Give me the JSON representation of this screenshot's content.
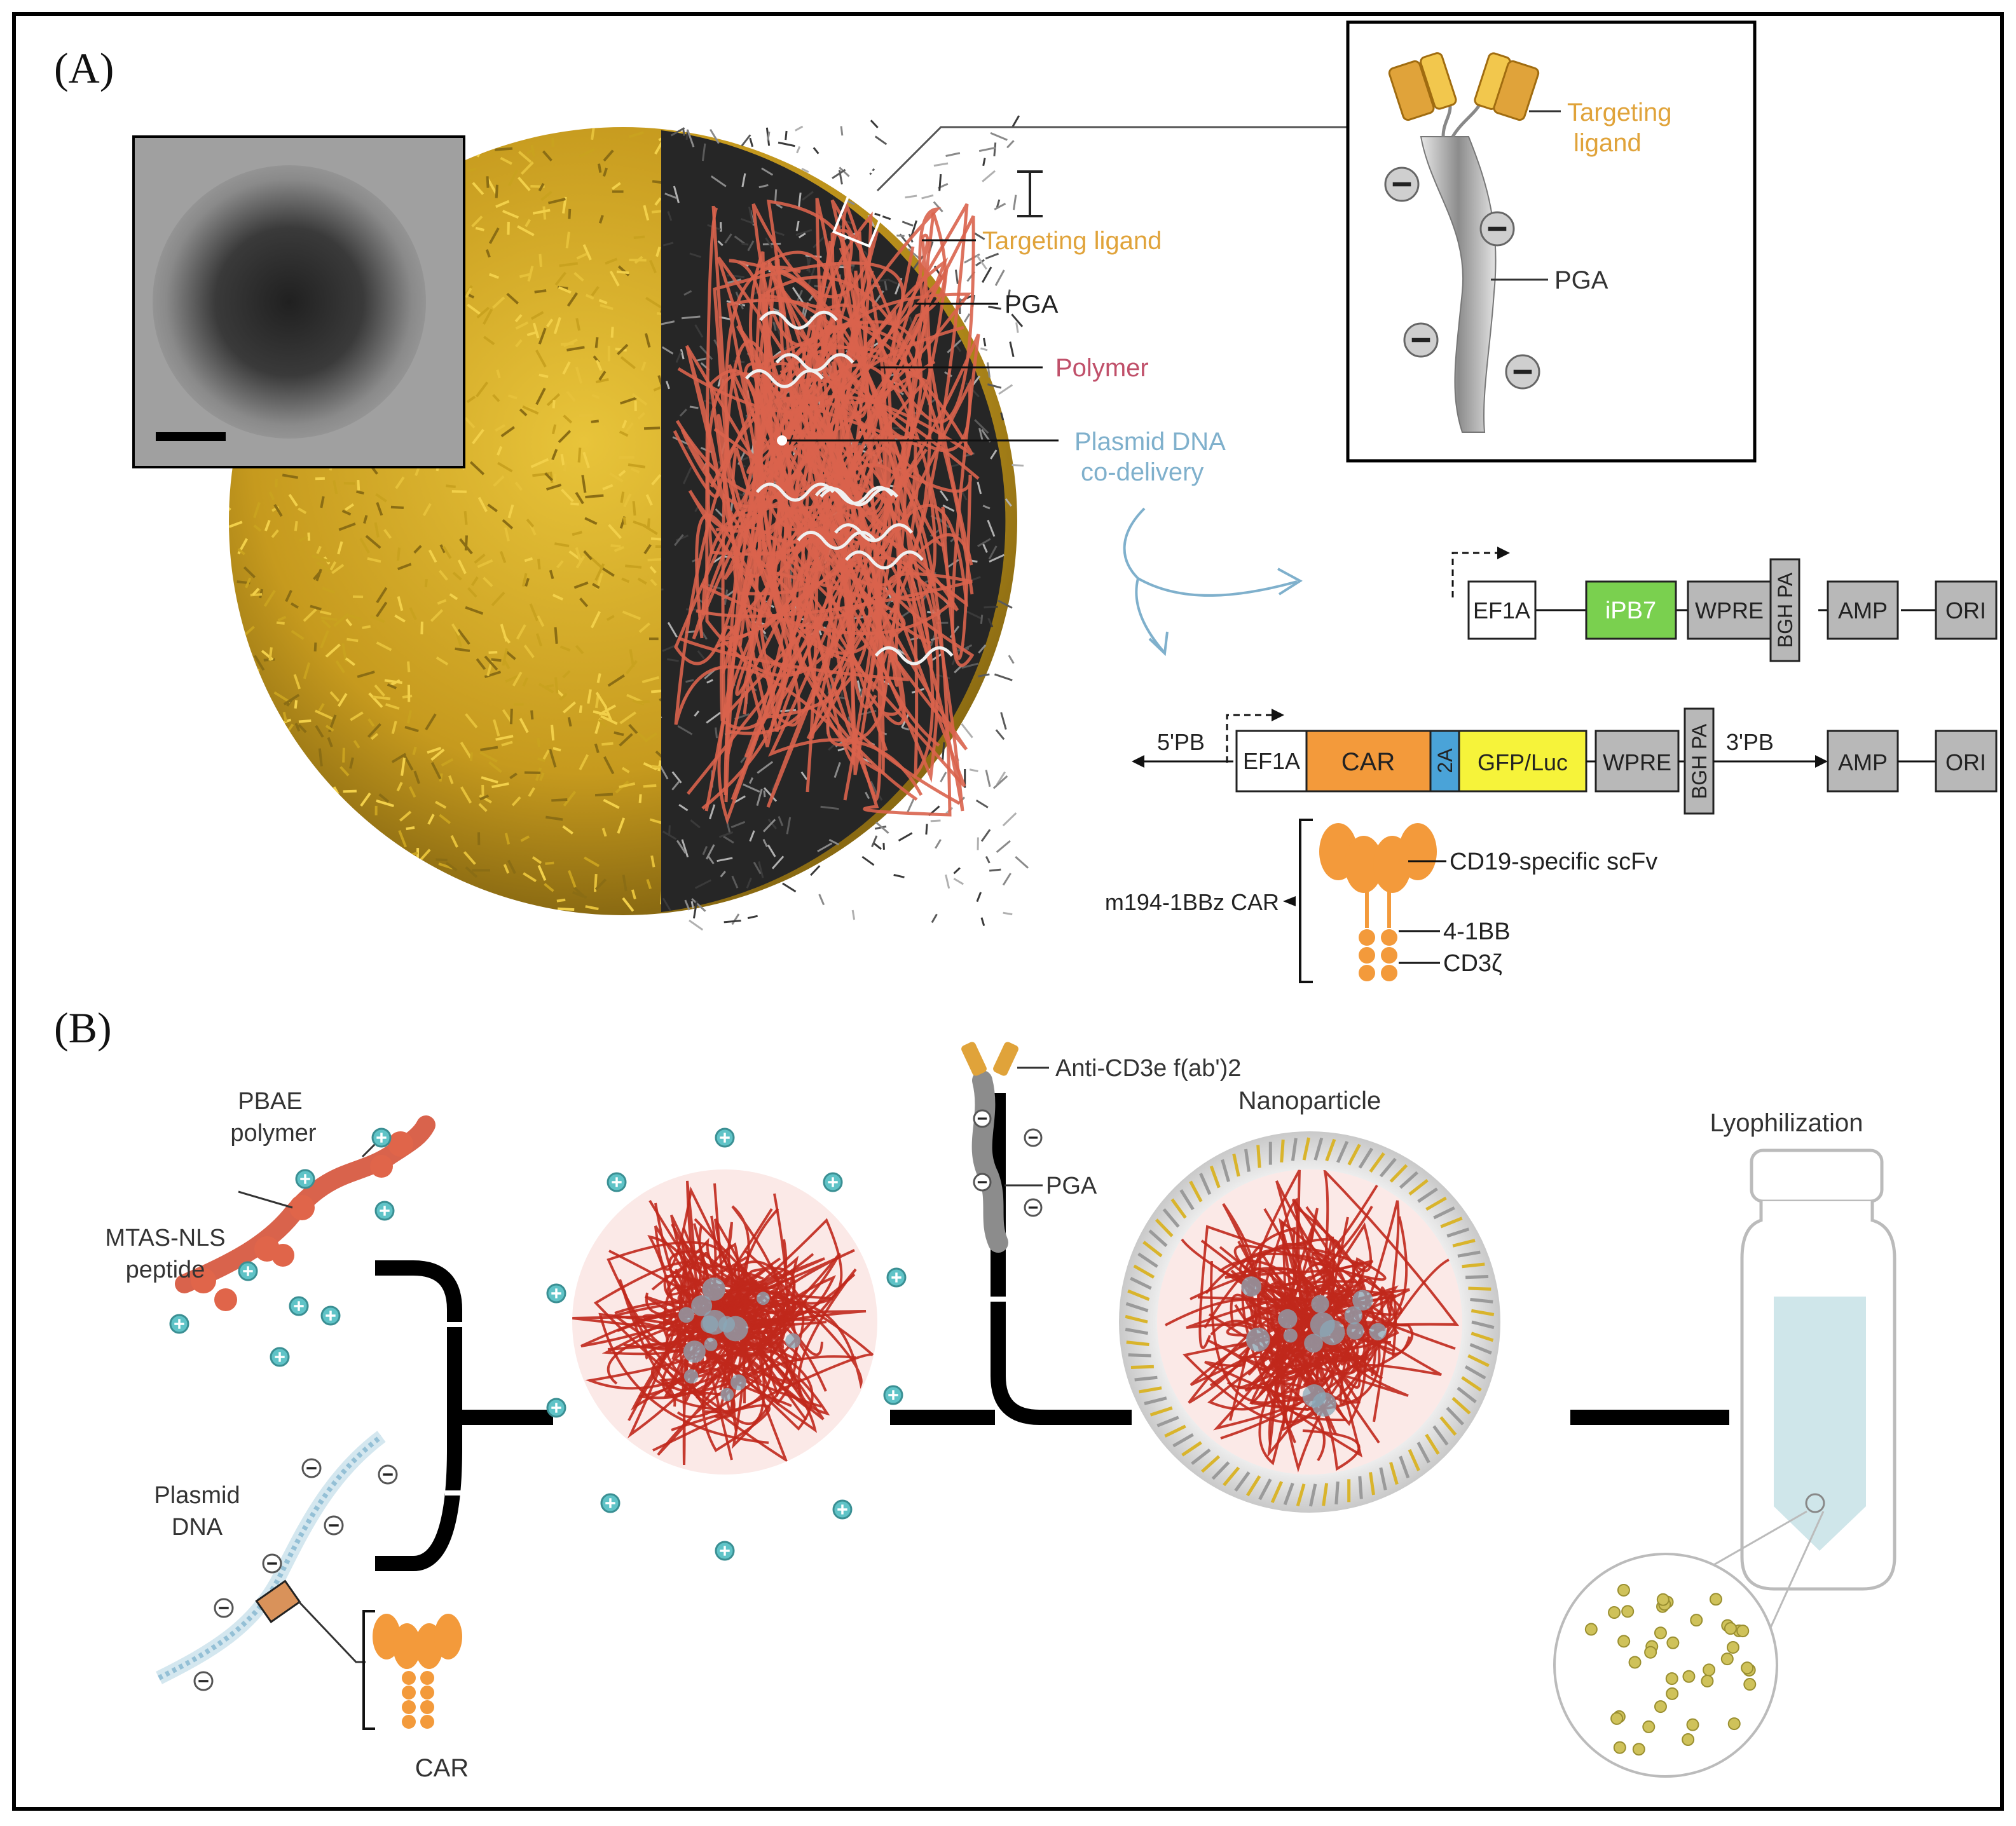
{
  "panels": {
    "a": {
      "label": "(A)",
      "callouts": {
        "targeting_ligand": "Targeting ligand",
        "pga": "PGA",
        "polymer": "Polymer",
        "plasmid_line1": "Plasmid DNA",
        "plasmid_line2": "co-delivery"
      },
      "inset": {
        "ligand_line1": "Targeting",
        "ligand_line2": "ligand",
        "pga": "PGA"
      },
      "plasmid1": {
        "elements": [
          "EF1A",
          "iPB7",
          "WPRE",
          "BGH PA",
          "AMP",
          "ORI"
        ]
      },
      "plasmid2": {
        "left_arm": "5'PB",
        "right_arm": "3'PB",
        "elements": [
          "EF1A",
          "CAR",
          "2A",
          "GFP/Luc",
          "WPRE",
          "BGH PA",
          "AMP",
          "ORI"
        ]
      },
      "car": {
        "name": "m194-1BBz CAR",
        "scfv": "CD19-specific scFv",
        "costim": "4-1BB",
        "signal": "CD3ζ"
      },
      "colors": {
        "ligand": "#e0a33a",
        "polymer": "#c0506a",
        "plasmid": "#7fb0cc",
        "ipb7": "#7ad04f",
        "car": "#f39a3b",
        "two_a": "#4aa3d8",
        "gfp": "#f6f33a",
        "grey_box": "#b8b8b8",
        "shell": "#d9b42c",
        "strand": "#d9634c"
      }
    },
    "b": {
      "label": "(B)",
      "pbae_line1": "PBAE",
      "pbae_line2": "polymer",
      "mtas_line1": "MTAS-NLS",
      "mtas_line2": "peptide",
      "plasmid_line1": "Plasmid",
      "plasmid_line2": "DNA",
      "car": "CAR",
      "anti_cd3": "Anti-CD3e f(ab')2",
      "pga": "PGA",
      "nanoparticle": "Nanoparticle",
      "lyophilization": "Lyophilization"
    }
  }
}
